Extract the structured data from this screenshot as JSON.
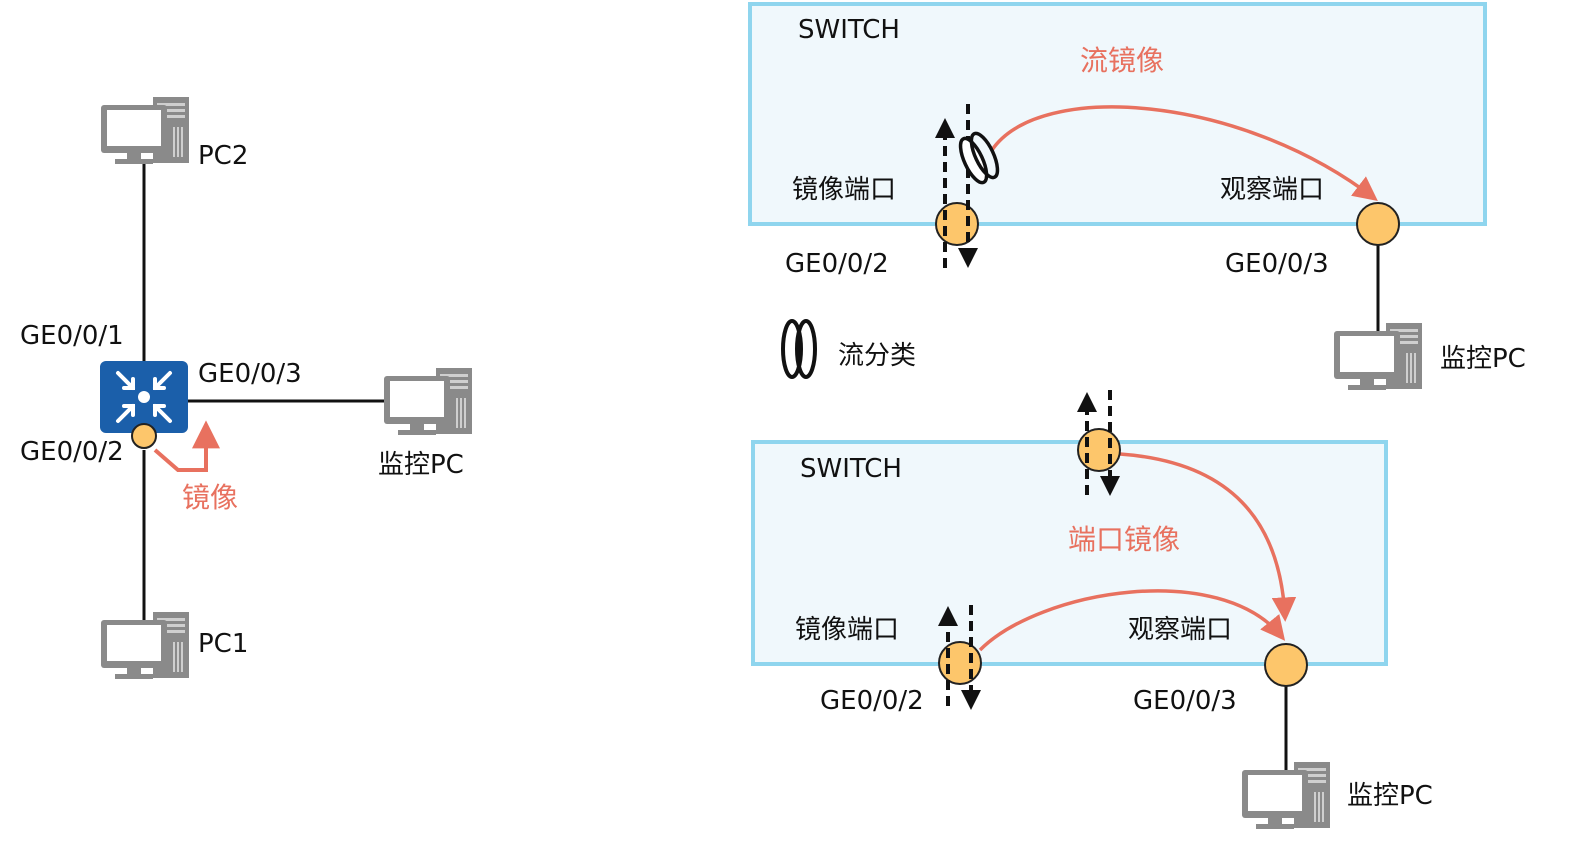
{
  "colors": {
    "switch_blue": "#1b5faa",
    "port_fill": "#fdc66b",
    "port_stroke": "#222222",
    "box_stroke": "#8fd5ee",
    "box_fill": "#f0f8fc",
    "mirror_red": "#e8715f",
    "line": "#111111",
    "pc_gray": "#8a8a8a"
  },
  "left": {
    "pc2": "PC2",
    "pc1": "PC1",
    "monitor_pc": "监控PC",
    "port1": "GE0/0/1",
    "port2": "GE0/0/2",
    "port3": "GE0/0/3",
    "mirror": "镜像"
  },
  "top_panel": {
    "switch": "SWITCH",
    "title": "流镜像",
    "mirror_port": "镜像端口",
    "observe_port": "观察端口",
    "port_a": "GE0/0/2",
    "port_b": "GE0/0/3",
    "monitor_pc": "监控PC"
  },
  "legend": {
    "flow_class": "流分类"
  },
  "bottom_panel": {
    "switch": "SWITCH",
    "title": "端口镜像",
    "mirror_port": "镜像端口",
    "observe_port": "观察端口",
    "port_a": "GE0/0/2",
    "port_b": "GE0/0/3",
    "monitor_pc": "监控PC"
  }
}
